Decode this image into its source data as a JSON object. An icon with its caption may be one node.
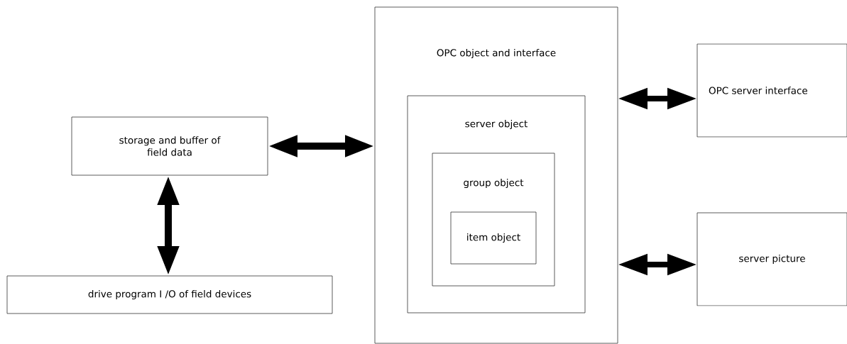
{
  "diagram": {
    "nodes": [
      {
        "text": [
          "storage and buffer of field data"
        ]
      },
      {
        "text": [
          "drive program I /O of field devices"
        ]
      },
      {
        "text": [
          "OPC object and interface"
        ]
      },
      {
        "text": [
          "server object"
        ],
        "in": 2
      },
      {
        "text": [
          "group object"
        ],
        "in": 3
      },
      {
        "text": [
          "item object"
        ],
        "in": 4
      },
      {
        "text": [
          "OPC server interface"
        ]
      },
      {
        "text": [
          "server picture"
        ]
      }
    ],
    "edges": [
      {
        "from": 0,
        "to": 2,
        "arrow": "both"
      },
      {
        "from": 0,
        "to": 1,
        "arrow": "both"
      },
      {
        "from": 2,
        "to": 6,
        "arrow": "both"
      },
      {
        "from": 2,
        "to": 7,
        "arrow": "both"
      }
    ]
  }
}
